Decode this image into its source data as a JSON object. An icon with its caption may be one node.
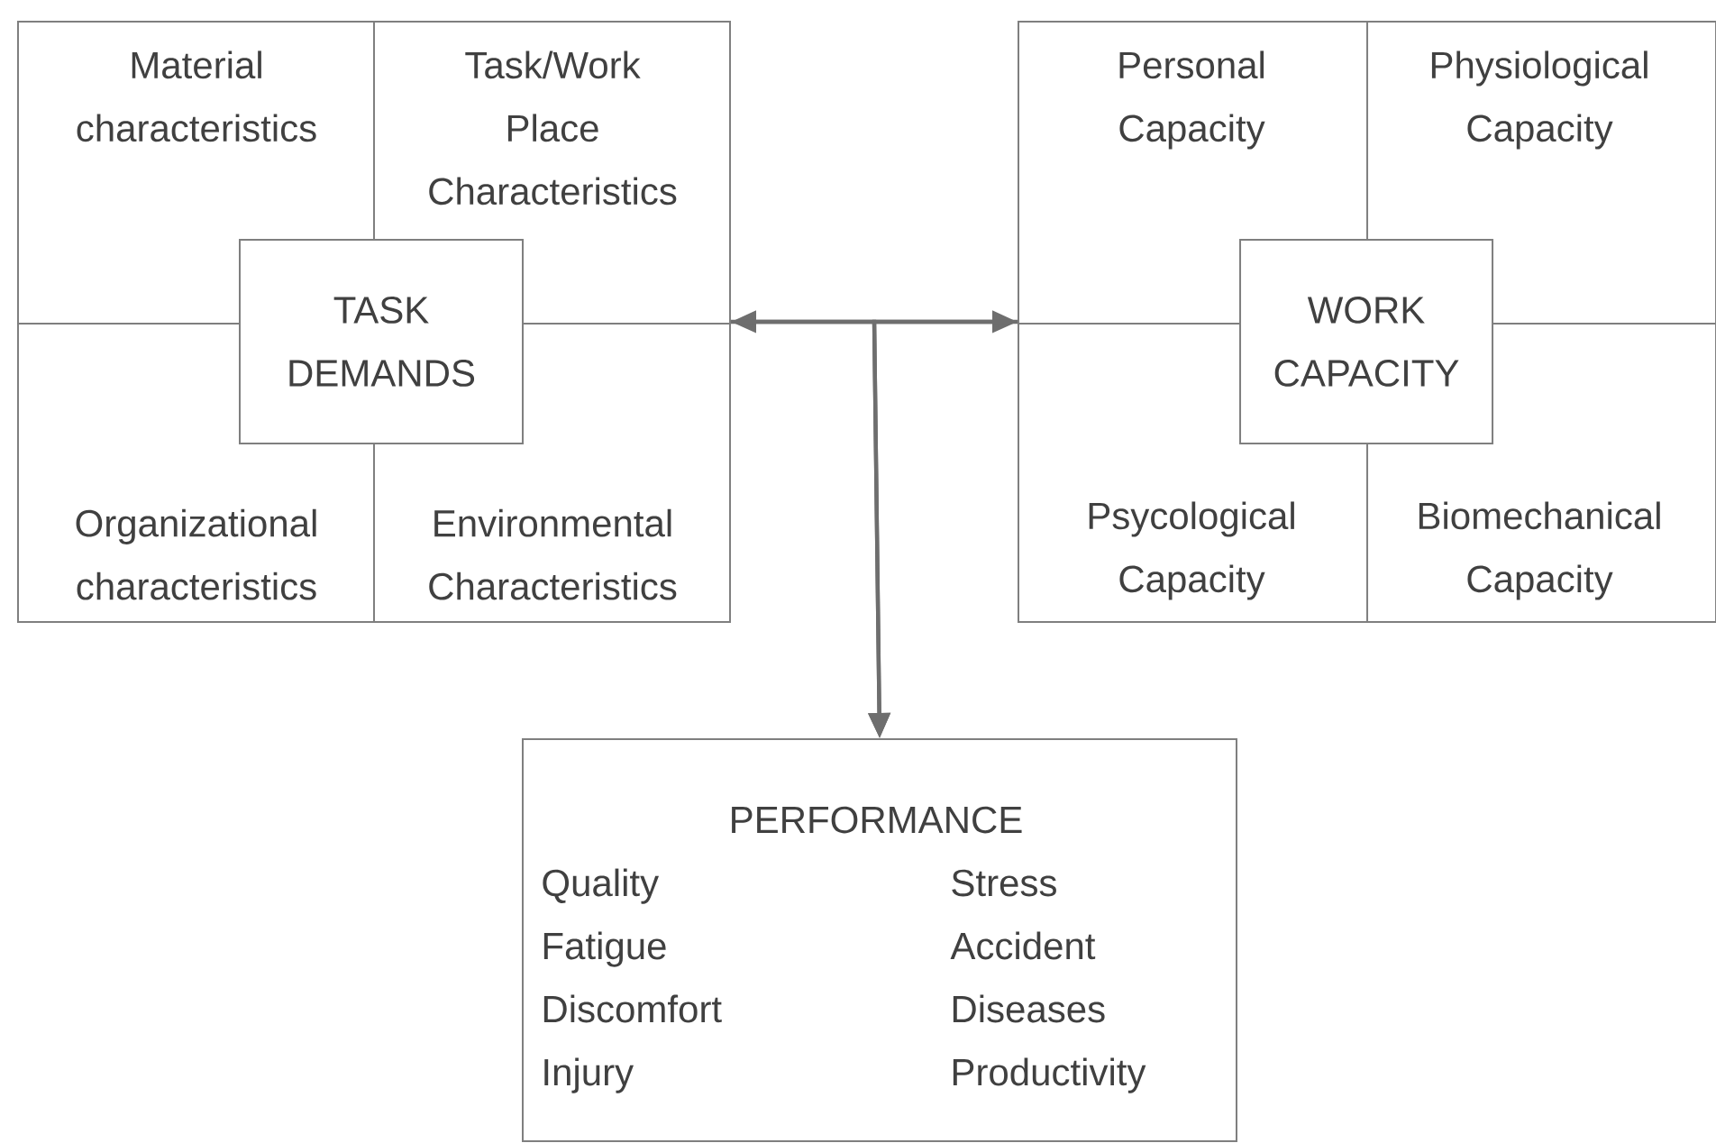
{
  "diagram": {
    "nodes": [
      {
        "text": [],
        "shape": "box"
      },
      {
        "text": [
          "Material characteristics"
        ],
        "in": 0
      },
      {
        "text": [
          "Task/Work Place Characteristics"
        ],
        "in": 0
      },
      {
        "text": [
          "Organizational characteristics"
        ],
        "in": 0
      },
      {
        "text": [
          "Environmental Characteristics"
        ],
        "in": 0
      },
      {
        "text": [
          "TASK DEMANDS"
        ],
        "in": 0
      },
      {
        "text": [],
        "shape": "box"
      },
      {
        "text": [
          "Personal Capacity"
        ],
        "in": 6
      },
      {
        "text": [
          "Physiological Capacity"
        ],
        "in": 6
      },
      {
        "text": [
          "Psycological Capacity"
        ],
        "in": 6
      },
      {
        "text": [
          "Biomechanical Capacity"
        ],
        "in": 6
      },
      {
        "text": [
          "WORK CAPACITY"
        ],
        "in": 6
      },
      {
        "text": [
          "PERFORMANCE",
          "Quality",
          "Stress",
          "Fatigue",
          "Accident",
          "Discomfort",
          "Diseases",
          "Injury",
          "Productivity"
        ]
      }
    ],
    "edges": [
      {
        "from": 0,
        "to": 6,
        "arrow": "both"
      },
      {
        "from": 0,
        "to": 12,
        "arrow": "to"
      },
      {
        "from": 6,
        "to": 12,
        "arrow": "to"
      }
    ]
  }
}
